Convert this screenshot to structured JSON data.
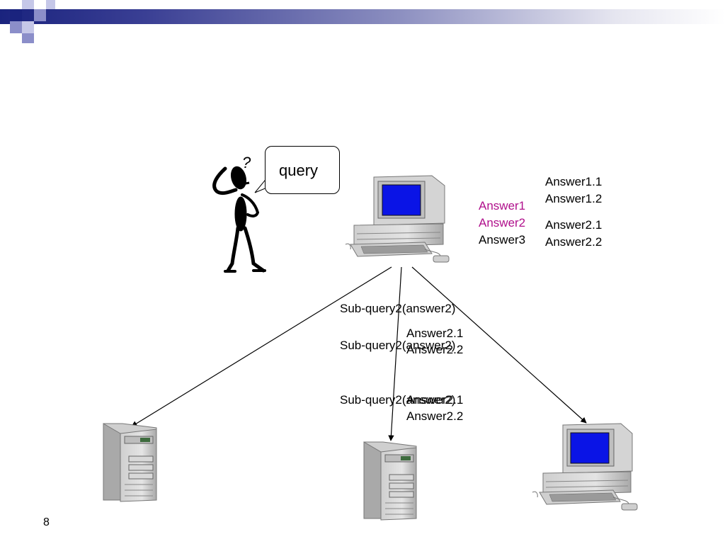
{
  "slide": {
    "page_number": "8",
    "accent_color": "#1a237e",
    "magenta_color": "#b0108c"
  },
  "user": {
    "question_mark": "?",
    "speech": "query"
  },
  "client": {
    "answers": [
      "Answer1",
      "Answer2",
      "Answer3"
    ],
    "answer1_parts": [
      "Answer1.1",
      "Answer1.2"
    ],
    "answer2_parts": [
      "Answer2.1",
      "Answer2.2"
    ]
  },
  "subqueries": [
    {
      "label": "Sub-query2(answer2)",
      "answers": [
        "Answer2.1",
        "Answer2.2"
      ]
    },
    {
      "label": "Sub-query2(answer2)",
      "answers": []
    },
    {
      "label": "Sub-query2(answer2)",
      "answers": [
        "Answer2.1",
        "Answer2.2"
      ]
    }
  ]
}
